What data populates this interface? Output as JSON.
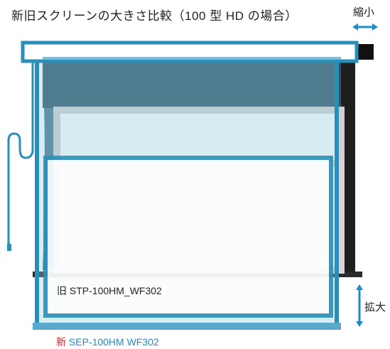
{
  "title": "新旧スクリーンの大きさ比較（100 型 HD の場合）",
  "shrink_label": "縮小",
  "expand_label": "拡大",
  "old_screen": {
    "prefix": "旧",
    "model": "STP-100HM_WF302"
  },
  "new_screen": {
    "prefix": "新",
    "model": "SEP-100HM  WF302"
  },
  "colors": {
    "new_frame": "#2a8fb8",
    "new_fill": "#8ec8de",
    "old_dark": "#2b2b2b",
    "old_fill": "#3d6f89",
    "arrow": "#1f8bc4",
    "new_label": "#1f8bc4",
    "new_prefix": "#e0201e"
  }
}
